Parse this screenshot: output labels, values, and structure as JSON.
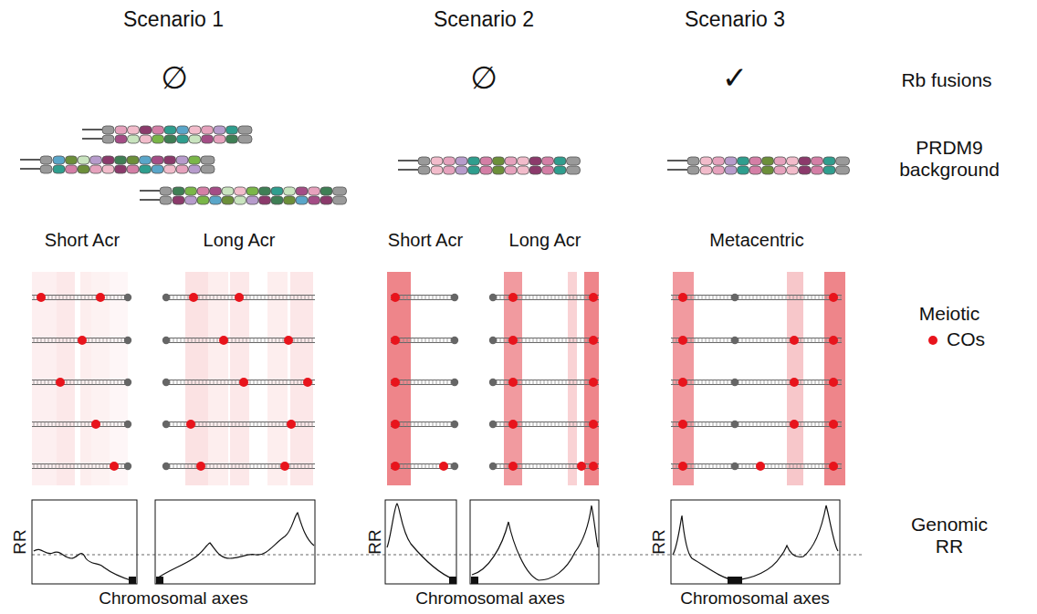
{
  "diagram": {
    "labels": [
      "Scenario 1",
      "Scenario 2",
      "Scenario 3",
      "∅",
      "∅",
      "✓",
      "Rb fusions",
      "PRDM9 background",
      "Short Acr",
      "Long Acr",
      "Short Acr",
      "Long Acr",
      "Metacentric",
      "Meiotic",
      "COs",
      "Genomic RR",
      "RR",
      "RR",
      "RR",
      "Chromosomal axes",
      "Chromosomal axes",
      "Chromosomal axes"
    ]
  }
}
